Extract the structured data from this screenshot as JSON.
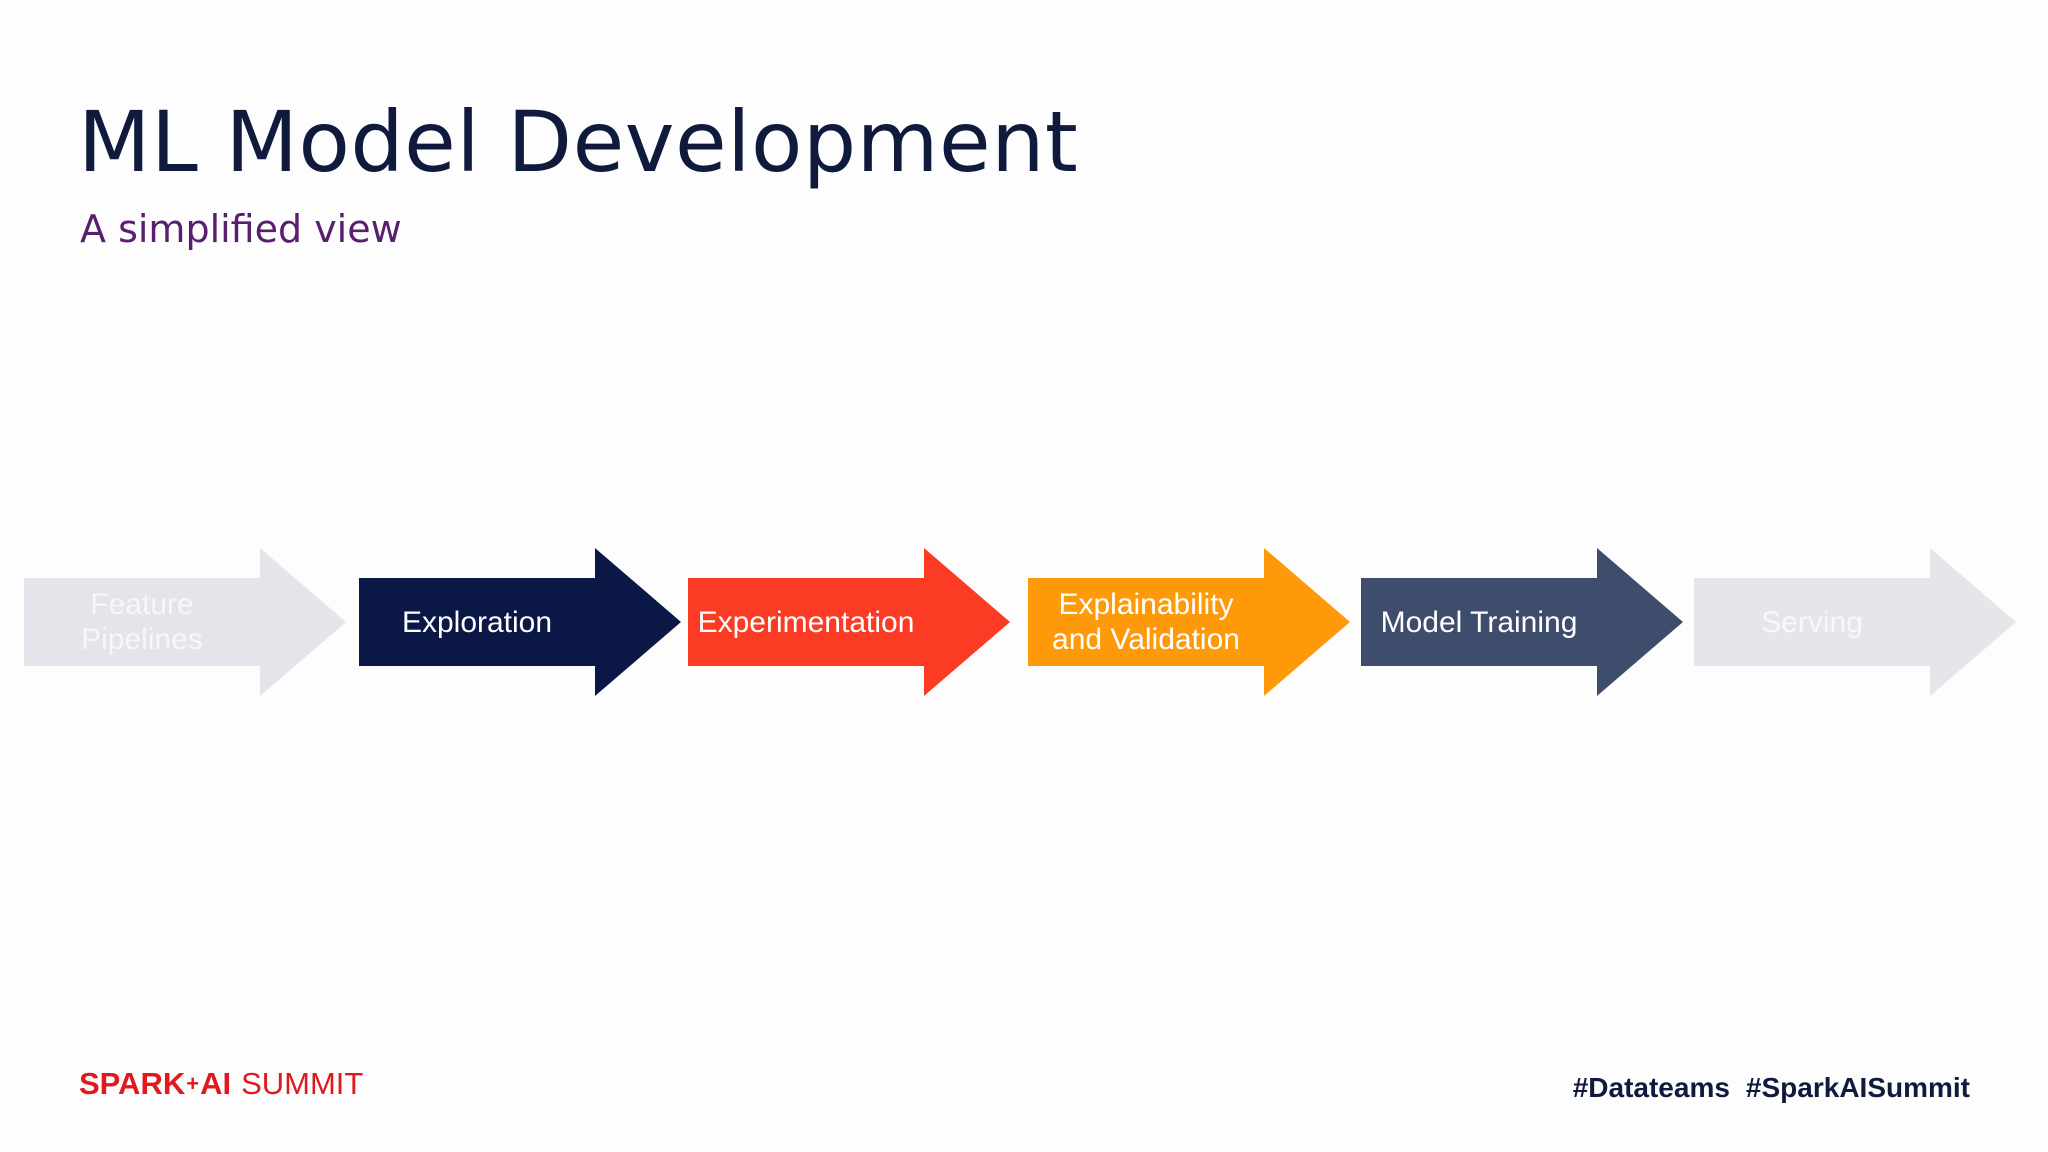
{
  "slide": {
    "title": "ML Model Development",
    "subtitle": "A simplified view"
  },
  "steps": [
    {
      "label": "Feature\nPipelines",
      "fill": "#e6e3ea",
      "text_color": "#f7f6f9",
      "state": "faded"
    },
    {
      "label": "Exploration",
      "fill": "#0b1744",
      "text_color": "#ffffff",
      "state": "active"
    },
    {
      "label": "Experimentation",
      "fill": "#fb3b24",
      "text_color": "#ffffff",
      "state": "active"
    },
    {
      "label": "Explainability\nand Validation",
      "fill": "#fe9a09",
      "text_color": "#ffffff",
      "state": "active"
    },
    {
      "label": "Model Training",
      "fill": "#3f4d6d",
      "text_color": "#ffffff",
      "state": "active"
    },
    {
      "label": "Serving",
      "fill": "#e6e6ea",
      "text_color": "#f8f8fa",
      "state": "faded"
    }
  ],
  "footer": {
    "brand_strong": "SPARK",
    "brand_plus": "+",
    "brand_ai": "AI",
    "brand_light": "SUMMIT",
    "hashtag_1": "#Datateams",
    "hashtag_2": "#SparkAISummit"
  },
  "colors": {
    "title": "#0f1a3d",
    "subtitle": "#5a1e6e",
    "brand_red": "#e0191f"
  }
}
